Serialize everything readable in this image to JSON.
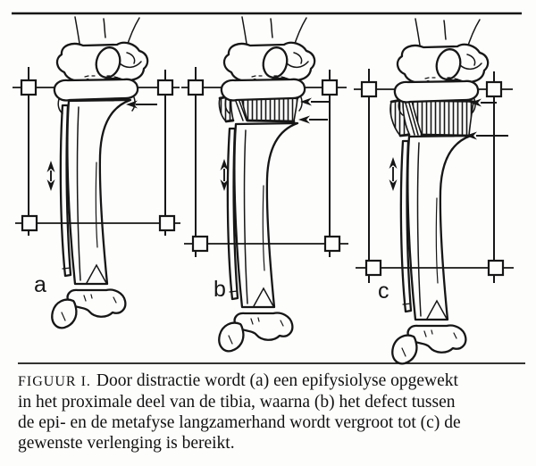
{
  "figure": {
    "panel_labels": [
      "a",
      "b",
      "c"
    ]
  },
  "caption": {
    "figure_label": "FIGUUR I.",
    "lines": [
      "Door distractie wordt (a) een epifysiolyse opgewekt",
      "in het proximale deel van de tibia, waarna (b) het defect tussen",
      "de epi- en de metafyse langzamerhand wordt vergroot tot (c) de",
      "gewenste verlenging is bereikt."
    ]
  },
  "colors": {
    "ink": "#161616",
    "paper": "#fdfdfc"
  }
}
